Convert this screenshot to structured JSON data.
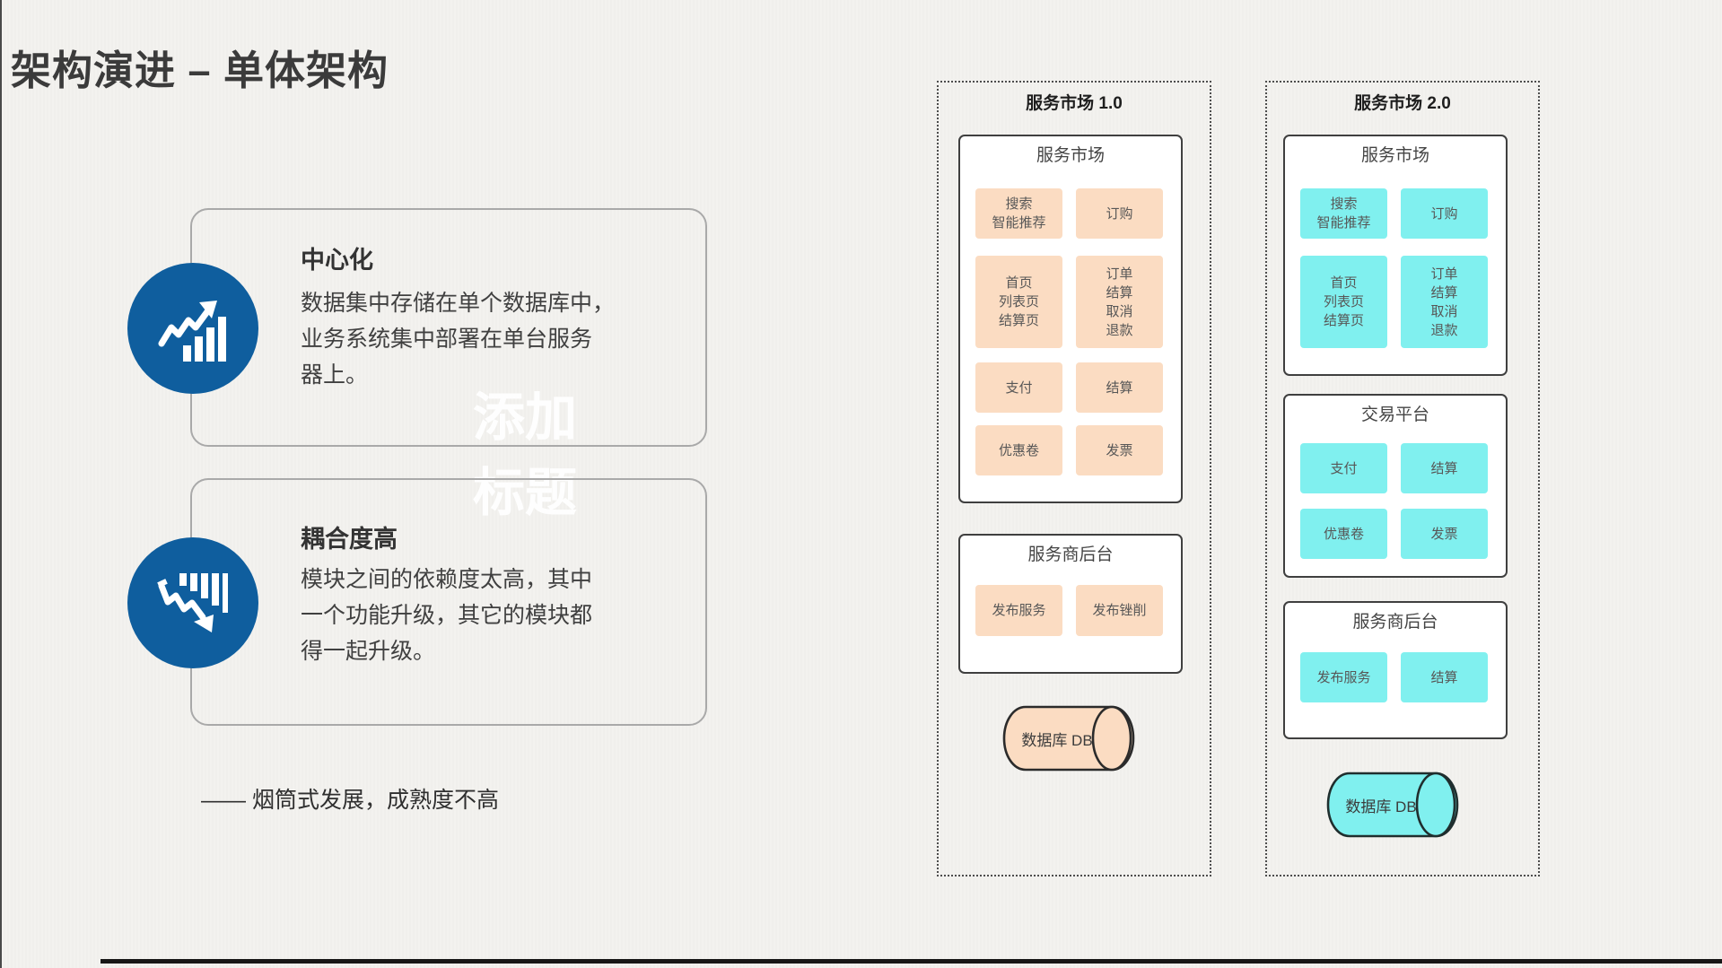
{
  "slide": {
    "title": "架构演进 – 单体架构",
    "footnote": "—— 烟筒式发展，成熟度不高",
    "watermark": "添加\n标题"
  },
  "points": [
    {
      "heading": "中心化",
      "body": "数据集中存储在单个数据库中，\n业务系统集中部署在单台服务\n器上。",
      "icon": "growth-chart-icon"
    },
    {
      "heading": "耦合度高",
      "body": "模块之间的依赖度太高，其中\n一个功能升级，其它的模块都\n得一起升级。",
      "icon": "decline-chart-icon"
    }
  ],
  "diagram": {
    "v1": {
      "title": "服务市场 1.0",
      "theme_color": "#fbdcc2",
      "groups": [
        {
          "label": "服务市场",
          "cells": [
            "搜索\n智能推荐",
            "订购",
            "首页\n列表页\n结算页",
            "订单\n结算\n取消\n退款",
            "支付",
            "结算",
            "优惠卷",
            "发票"
          ]
        },
        {
          "label": "服务商后台",
          "cells": [
            "发布服务",
            "发布锉削"
          ]
        }
      ],
      "database": "数据库 DB"
    },
    "v2": {
      "title": "服务市场 2.0",
      "theme_color": "#80f0ef",
      "groups": [
        {
          "label": "服务市场",
          "cells": [
            "搜索\n智能推荐",
            "订购",
            "首页\n列表页\n结算页",
            "订单\n结算\n取消\n退款"
          ]
        },
        {
          "label": "交易平台",
          "cells": [
            "支付",
            "结算",
            "优惠卷",
            "发票"
          ]
        },
        {
          "label": "服务商后台",
          "cells": [
            "发布服务",
            "结算"
          ]
        }
      ],
      "database": "数据库 DB"
    }
  },
  "colors": {
    "accent_blue": "#0f5e9e",
    "peach": "#fbdcc2",
    "cyan": "#80f0ef",
    "background": "#f3f2ef"
  }
}
